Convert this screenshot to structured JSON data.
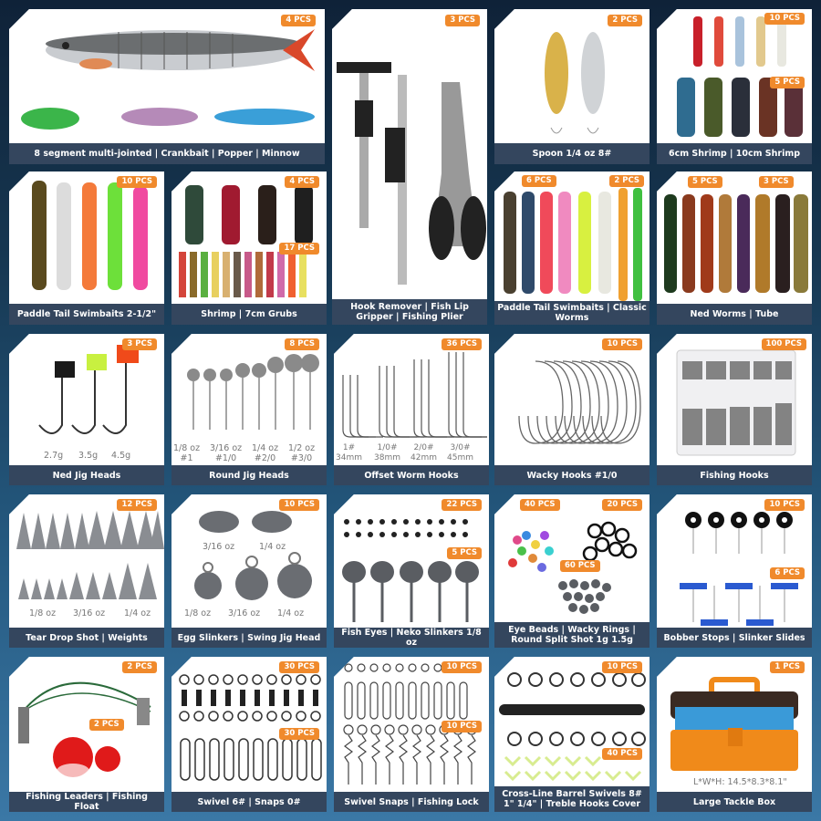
{
  "colors": {
    "background_top": "#0f2238",
    "background_bottom": "#3b78a6",
    "caption_bar": "#34465e",
    "badge": "#f08a2c",
    "card": "#ffffff"
  },
  "cards": [
    {
      "id": "lures",
      "caption": "8 segment multi-jointed | Crankbait | Popper | Minnow",
      "badges": [
        "4 PCS"
      ]
    },
    {
      "id": "tools",
      "caption": "Hook Remover | Fish Lip Gripper | Fishing Plier",
      "badges": [
        "3 PCS"
      ]
    },
    {
      "id": "spoon",
      "caption": "Spoon 1/4 oz 8#",
      "badges": [
        "2 PCS"
      ]
    },
    {
      "id": "shrimp",
      "caption": "6cm Shrimp | 10cm Shrimp",
      "badges": [
        "10 PCS",
        "5 PCS"
      ]
    },
    {
      "id": "paddle1",
      "caption": "Paddle Tail Swimbaits 2-1/2\"",
      "badges": [
        "10 PCS"
      ]
    },
    {
      "id": "grubs",
      "caption": "Shrimp | 7cm Grubs",
      "badges": [
        "4 PCS",
        "17 PCS"
      ]
    },
    {
      "id": "paddle2",
      "caption": "Paddle Tail Swimbaits | Classic Worms",
      "badges": [
        "6 PCS",
        "2 PCS"
      ]
    },
    {
      "id": "ned",
      "caption": "Ned Worms | Tube",
      "badges": [
        "5 PCS",
        "3 PCS"
      ]
    },
    {
      "id": "nedjig",
      "caption": "Ned Jig Heads",
      "badges": [
        "3 PCS"
      ],
      "sizes": [
        "2.7g",
        "3.5g",
        "4.5g"
      ]
    },
    {
      "id": "roundjig",
      "caption": "Round Jig Heads",
      "badges": [
        "8 PCS"
      ],
      "sizes": [
        "1/8 oz\n#1",
        "3/16 oz\n#1/0",
        "1/4 oz\n#2/0",
        "1/2 oz\n#3/0"
      ]
    },
    {
      "id": "offset",
      "caption": "Offset Worm Hooks",
      "badges": [
        "36 PCS"
      ],
      "sizes": [
        "1#\n34mm",
        "1/0#\n38mm",
        "2/0#\n42mm",
        "3/0#\n45mm"
      ]
    },
    {
      "id": "wacky",
      "caption": "Wacky Hooks #1/0",
      "badges": [
        "10 PCS"
      ]
    },
    {
      "id": "hooks",
      "caption": "Fishing Hooks",
      "badges": [
        "100 PCS"
      ]
    },
    {
      "id": "teardrop",
      "caption": "Tear Drop Shot | Weights",
      "badges": [
        "12 PCS"
      ],
      "sizes": [
        "1/8 oz",
        "3/16 oz",
        "1/4 oz"
      ]
    },
    {
      "id": "egg",
      "caption": "Egg Slinkers | Swing Jig Head",
      "badges": [
        "10 PCS"
      ],
      "sizes": [
        "3/16 oz",
        "1/4 oz",
        "1/8 oz",
        "3/16 oz",
        "1/4 oz"
      ]
    },
    {
      "id": "eyes",
      "caption": "Fish Eyes | Neko Slinkers 1/8 oz",
      "badges": [
        "22 PCS",
        "5 PCS"
      ]
    },
    {
      "id": "beads",
      "caption": "Eye Beads | Wacky Rings | Round Split Shot 1g 1.5g",
      "badges": [
        "40 PCS",
        "20 PCS",
        "60 PCS"
      ]
    },
    {
      "id": "bobber",
      "caption": "Bobber Stops | Slinker Slides",
      "badges": [
        "10 PCS",
        "6 PCS"
      ]
    },
    {
      "id": "leaders",
      "caption": "Fishing Leaders | Fishing Float",
      "badges": [
        "2 PCS",
        "2 PCS"
      ]
    },
    {
      "id": "swivel",
      "caption": "Swivel 6# | Snaps 0#",
      "badges": [
        "30 PCS",
        "30 PCS"
      ]
    },
    {
      "id": "snaps",
      "caption": "Swivel Snaps | Fishing Lock",
      "badges": [
        "10 PCS",
        "10 PCS"
      ]
    },
    {
      "id": "barrel",
      "caption": "Cross-Line Barrel Swivels 8# 1\" 1/4\" | Treble Hooks Cover",
      "badges": [
        "10 PCS",
        "40 PCS"
      ]
    },
    {
      "id": "box",
      "caption": "Large Tackle Box",
      "badges": [
        "1 PCS"
      ],
      "sizes": [
        "L*W*H: 14.5*8.3*8.1\""
      ]
    }
  ]
}
